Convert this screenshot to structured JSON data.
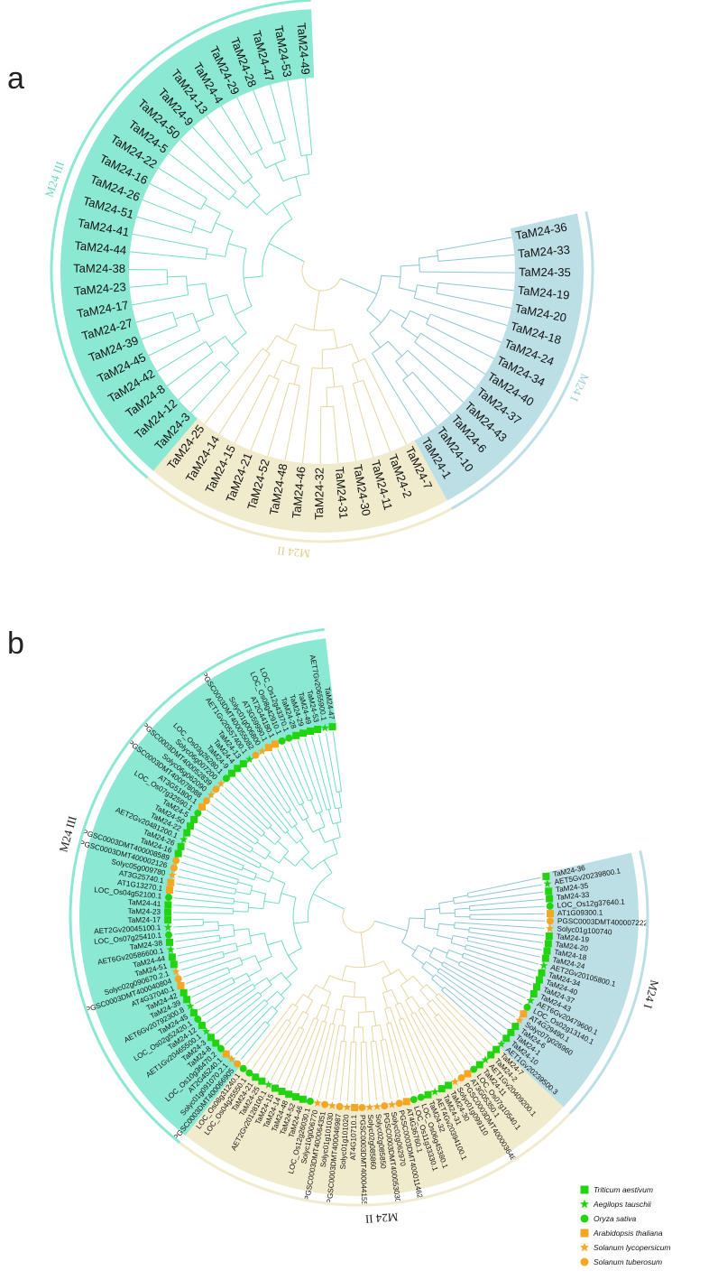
{
  "colors": {
    "m24_III": "#8be8d2",
    "m24_III_line": "#6fdcc1",
    "m24_I": "#bcdfe6",
    "m24_I_line": "#8cc6d2",
    "m24_II": "#f1ebcd",
    "m24_II_line": "#e6d7a0",
    "green": "#22d40f",
    "orange": "#f5a623"
  },
  "panel_a": {
    "letter": "a",
    "groups": [
      {
        "name": "M24 III",
        "key": "III"
      },
      {
        "name": "M24 I",
        "key": "I"
      },
      {
        "name": "M24 II",
        "key": "II"
      }
    ],
    "leaves": [
      {
        "label": "TaM24-36",
        "group": "I"
      },
      {
        "label": "TaM24-33",
        "group": "I"
      },
      {
        "label": "TaM24-35",
        "group": "I"
      },
      {
        "label": "TaM24-19",
        "group": "I"
      },
      {
        "label": "TaM24-20",
        "group": "I"
      },
      {
        "label": "TaM24-18",
        "group": "I"
      },
      {
        "label": "TaM24-24",
        "group": "I"
      },
      {
        "label": "TaM24-34",
        "group": "I"
      },
      {
        "label": "TaM24-40",
        "group": "I"
      },
      {
        "label": "TaM24-37",
        "group": "I"
      },
      {
        "label": "TaM24-43",
        "group": "I"
      },
      {
        "label": "TaM24-6",
        "group": "I"
      },
      {
        "label": "TaM24-10",
        "group": "I"
      },
      {
        "label": "TaM24-1",
        "group": "I"
      },
      {
        "label": "TaM24-7",
        "group": "II"
      },
      {
        "label": "TaM24-2",
        "group": "II"
      },
      {
        "label": "TaM24-11",
        "group": "II"
      },
      {
        "label": "TaM24-30",
        "group": "II"
      },
      {
        "label": "TaM24-31",
        "group": "II"
      },
      {
        "label": "TaM24-32",
        "group": "II"
      },
      {
        "label": "TaM24-46",
        "group": "II"
      },
      {
        "label": "TaM24-48",
        "group": "II"
      },
      {
        "label": "TaM24-52",
        "group": "II"
      },
      {
        "label": "TaM24-21",
        "group": "II"
      },
      {
        "label": "TaM24-15",
        "group": "II"
      },
      {
        "label": "TaM24-14",
        "group": "II"
      },
      {
        "label": "TaM24-25",
        "group": "II"
      },
      {
        "label": "TaM24-3",
        "group": "III"
      },
      {
        "label": "TaM24-12",
        "group": "III"
      },
      {
        "label": "TaM24-8",
        "group": "III"
      },
      {
        "label": "TaM24-42",
        "group": "III"
      },
      {
        "label": "TaM24-45",
        "group": "III"
      },
      {
        "label": "TaM24-39",
        "group": "III"
      },
      {
        "label": "TaM24-27",
        "group": "III"
      },
      {
        "label": "TaM24-17",
        "group": "III"
      },
      {
        "label": "TaM24-23",
        "group": "III"
      },
      {
        "label": "TaM24-38",
        "group": "III"
      },
      {
        "label": "TaM24-44",
        "group": "III"
      },
      {
        "label": "TaM24-41",
        "group": "III"
      },
      {
        "label": "TaM24-51",
        "group": "III"
      },
      {
        "label": "TaM24-26",
        "group": "III"
      },
      {
        "label": "TaM24-16",
        "group": "III"
      },
      {
        "label": "TaM24-22",
        "group": "III"
      },
      {
        "label": "TaM24-5",
        "group": "III"
      },
      {
        "label": "TaM24-50",
        "group": "III"
      },
      {
        "label": "TaM24-9",
        "group": "III"
      },
      {
        "label": "TaM24-13",
        "group": "III"
      },
      {
        "label": "TaM24-4",
        "group": "III"
      },
      {
        "label": "TaM24-29",
        "group": "III"
      },
      {
        "label": "TaM24-28",
        "group": "III"
      },
      {
        "label": "TaM24-47",
        "group": "III"
      },
      {
        "label": "TaM24-53",
        "group": "III"
      },
      {
        "label": "TaM24-49",
        "group": "III"
      }
    ]
  },
  "panel_b": {
    "letter": "b",
    "groups": [
      {
        "name": "M24 III",
        "key": "III"
      },
      {
        "name": "M24 I",
        "key": "I"
      },
      {
        "name": "M24 II",
        "key": "II"
      }
    ],
    "legend": [
      {
        "label": "Triticum aestivum",
        "marker": "square",
        "color": "#22d40f"
      },
      {
        "label": "Aegilops tauschii",
        "marker": "star",
        "color": "#22d40f"
      },
      {
        "label": "Oryza sativa",
        "marker": "circle",
        "color": "#22d40f"
      },
      {
        "label": "Arabidopsis thaliana",
        "marker": "square",
        "color": "#f5a623"
      },
      {
        "label": "Solanum lycopersicum",
        "marker": "star",
        "color": "#f5a623"
      },
      {
        "label": "Solanum tuberosum",
        "marker": "circle",
        "color": "#f5a623"
      }
    ],
    "leaves": [
      {
        "label": "TaM24-36",
        "group": "I",
        "species": "Triticum aestivum"
      },
      {
        "label": "AET5Gv20239800.1",
        "group": "I",
        "species": "Aegilops tauschii"
      },
      {
        "label": "TaM24-35",
        "group": "I",
        "species": "Triticum aestivum"
      },
      {
        "label": "TaM24-33",
        "group": "I",
        "species": "Triticum aestivum"
      },
      {
        "label": "LOC_Os12g37640.1",
        "group": "I",
        "species": "Oryza sativa"
      },
      {
        "label": "AT1G09300.1",
        "group": "I",
        "species": "Arabidopsis thaliana"
      },
      {
        "label": "PGSC0003DMT400007222",
        "group": "I",
        "species": "Solanum tuberosum"
      },
      {
        "label": "Solyc01g100740",
        "group": "I",
        "species": "Solanum lycopersicum"
      },
      {
        "label": "TaM24-19",
        "group": "I",
        "species": "Triticum aestivum"
      },
      {
        "label": "TaM24-20",
        "group": "I",
        "species": "Triticum aestivum"
      },
      {
        "label": "TaM24-18",
        "group": "I",
        "species": "Triticum aestivum"
      },
      {
        "label": "TaM24-24",
        "group": "I",
        "species": "Triticum aestivum"
      },
      {
        "label": "AET2Gv20105800.1",
        "group": "I",
        "species": "Aegilops tauschii"
      },
      {
        "label": "TaM24-34",
        "group": "I",
        "species": "Triticum aestivum"
      },
      {
        "label": "TaM24-40",
        "group": "I",
        "species": "Triticum aestivum"
      },
      {
        "label": "TaM24-37",
        "group": "I",
        "species": "Triticum aestivum"
      },
      {
        "label": "TaM24-43",
        "group": "I",
        "species": "Triticum aestivum"
      },
      {
        "label": "AET6Gv20479600.1",
        "group": "I",
        "species": "Aegilops tauschii"
      },
      {
        "label": "LOC_Os02g13140.1",
        "group": "I",
        "species": "Oryza sativa"
      },
      {
        "label": "AT4G29490.1",
        "group": "I",
        "species": "Arabidopsis thaliana"
      },
      {
        "label": "Solyc07g026960",
        "group": "I",
        "species": "Solanum lycopersicum"
      },
      {
        "label": "TaM24-6",
        "group": "I",
        "species": "Triticum aestivum"
      },
      {
        "label": "TaM24-1",
        "group": "I",
        "species": "Triticum aestivum"
      },
      {
        "label": "TaM24-10",
        "group": "I",
        "species": "Triticum aestivum"
      },
      {
        "label": "AET1Gv20239500.3",
        "group": "I",
        "species": "Aegilops tauschii"
      },
      {
        "label": "TaM24-7",
        "group": "II",
        "species": "Triticum aestivum"
      },
      {
        "label": "TaM24-2",
        "group": "II",
        "species": "Triticum aestivum"
      },
      {
        "label": "AET1Gv20409200.1",
        "group": "II",
        "species": "Aegilops tauschii"
      },
      {
        "label": "TaM24-11",
        "group": "II",
        "species": "Triticum aestivum"
      },
      {
        "label": "LOC_Os07g10540.1",
        "group": "II",
        "species": "Oryza sativa"
      },
      {
        "label": "AT3G05350.1",
        "group": "II",
        "species": "Arabidopsis thaliana"
      },
      {
        "label": "PGSC0003DMT400003648",
        "group": "II",
        "species": "Solanum tuberosum"
      },
      {
        "label": "Solyc01g099110",
        "group": "II",
        "species": "Solanum lycopersicum"
      },
      {
        "label": "TaM24-30",
        "group": "II",
        "species": "Triticum aestivum"
      },
      {
        "label": "TaM24-31",
        "group": "II",
        "species": "Triticum aestivum"
      },
      {
        "label": "AET4Gv20394100.1",
        "group": "II",
        "species": "Aegilops tauschii"
      },
      {
        "label": "TaM24-32",
        "group": "II",
        "species": "Triticum aestivum"
      },
      {
        "label": "LOC_Os06g45380.1",
        "group": "II",
        "species": "Oryza sativa"
      },
      {
        "label": "LOC_Os11g33330.1",
        "group": "II",
        "species": "Oryza sativa"
      },
      {
        "label": "AT4G36760.1",
        "group": "II",
        "species": "Arabidopsis thaliana"
      },
      {
        "label": "PGSC0003DMT400011462",
        "group": "II",
        "species": "Solanum tuberosum"
      },
      {
        "label": "Solyc02g062970",
        "group": "II",
        "species": "Solanum lycopersicum"
      },
      {
        "label": "PGSC0003DMT400053030",
        "group": "II",
        "species": "Solanum tuberosum"
      },
      {
        "label": "Solyc02g085850",
        "group": "II",
        "species": "Solanum lycopersicum"
      },
      {
        "label": "Solyc02g085860",
        "group": "II",
        "species": "Solanum lycopersicum"
      },
      {
        "label": "PGSC0003DMT400044155",
        "group": "II",
        "species": "Solanum tuberosum"
      },
      {
        "label": "AT4G10710.1",
        "group": "II",
        "species": "Arabidopsis thaliana"
      },
      {
        "label": "Solyc01g101020",
        "group": "II",
        "species": "Solanum lycopersicum"
      },
      {
        "label": "PGSC0003DMT400046987",
        "group": "II",
        "species": "Solanum tuberosum"
      },
      {
        "label": "Solyc01g101030",
        "group": "II",
        "species": "Solanum lycopersicum"
      },
      {
        "label": "PGSC0003DMT400064351",
        "group": "II",
        "species": "Solanum tuberosum"
      },
      {
        "label": "Solyc10g006770",
        "group": "II",
        "species": "Solanum lycopersicum"
      },
      {
        "label": "LOC_Os12g26030.1",
        "group": "II",
        "species": "Oryza sativa"
      },
      {
        "label": "TaM24-46",
        "group": "II",
        "species": "Triticum aestivum"
      },
      {
        "label": "TaM24-52",
        "group": "II",
        "species": "Triticum aestivum"
      },
      {
        "label": "TaM24-48",
        "group": "II",
        "species": "Triticum aestivum"
      },
      {
        "label": "TaM24-14",
        "group": "II",
        "species": "Triticum aestivum"
      },
      {
        "label": "TaM24-15",
        "group": "II",
        "species": "Triticum aestivum"
      },
      {
        "label": "AET2Gv20128100.1",
        "group": "II",
        "species": "Aegilops tauschii"
      },
      {
        "label": "TaM24-25",
        "group": "II",
        "species": "Triticum aestivum"
      },
      {
        "label": "TaM24-21",
        "group": "II",
        "species": "Triticum aestivum"
      },
      {
        "label": "LOC_Os04g25550.1",
        "group": "II",
        "species": "Oryza sativa"
      },
      {
        "label": "LOC_Os08g31240.1",
        "group": "II",
        "species": "Oryza sativa"
      },
      {
        "label": "PGSC0003DMT400066905",
        "group": "III",
        "species": "Solanum tuberosum"
      },
      {
        "label": "Solyc01g091070.2.1",
        "group": "III",
        "species": "Solanum lycopersicum"
      },
      {
        "label": "AT2G45240.1",
        "group": "III",
        "species": "Arabidopsis thaliana"
      },
      {
        "label": "LOC_Os10g36470.2",
        "group": "III",
        "species": "Oryza sativa"
      },
      {
        "label": "TaM24-8",
        "group": "III",
        "species": "Triticum aestivum"
      },
      {
        "label": "TaM24-3",
        "group": "III",
        "species": "Triticum aestivum"
      },
      {
        "label": "AET1Gv20465500.1",
        "group": "III",
        "species": "Aegilops tauschii"
      },
      {
        "label": "TaM24-12",
        "group": "III",
        "species": "Triticum aestivum"
      },
      {
        "label": "LOC_Os02g52420.1",
        "group": "III",
        "species": "Oryza sativa"
      },
      {
        "label": "TaM24-45",
        "group": "III",
        "species": "Triticum aestivum"
      },
      {
        "label": "AET6Gv20792300.8",
        "group": "III",
        "species": "Aegilops tauschii"
      },
      {
        "label": "TaM24-39",
        "group": "III",
        "species": "Triticum aestivum"
      },
      {
        "label": "TaM24-42",
        "group": "III",
        "species": "Triticum aestivum"
      },
      {
        "label": "AT4G37040.1",
        "group": "III",
        "species": "Arabidopsis thaliana"
      },
      {
        "label": "PGSC0003DMT400040804",
        "group": "III",
        "species": "Solanum tuberosum"
      },
      {
        "label": "Solyc02g090670.2.1",
        "group": "III",
        "species": "Solanum lycopersicum"
      },
      {
        "label": "TaM24-51",
        "group": "III",
        "species": "Triticum aestivum"
      },
      {
        "label": "TaM24-44",
        "group": "III",
        "species": "Triticum aestivum"
      },
      {
        "label": "AET6Gv20586600.1",
        "group": "III",
        "species": "Aegilops tauschii"
      },
      {
        "label": "TaM24-38",
        "group": "III",
        "species": "Triticum aestivum"
      },
      {
        "label": "LOC_Os07g25410.1",
        "group": "III",
        "species": "Oryza sativa"
      },
      {
        "label": "AET2Gv20045100.1",
        "group": "III",
        "species": "Aegilops tauschii"
      },
      {
        "label": "TaM24-17",
        "group": "III",
        "species": "Triticum aestivum"
      },
      {
        "label": "TaM24-23",
        "group": "III",
        "species": "Triticum aestivum"
      },
      {
        "label": "TaM24-41",
        "group": "III",
        "species": "Triticum aestivum"
      },
      {
        "label": "LOC_Os04g52100.1",
        "group": "III",
        "species": "Oryza sativa"
      },
      {
        "label": "AT1G13270.1",
        "group": "III",
        "species": "Arabidopsis thaliana"
      },
      {
        "label": "AT3G25740.1",
        "group": "III",
        "species": "Arabidopsis thaliana"
      },
      {
        "label": "Solyc05g009780",
        "group": "III",
        "species": "Solanum lycopersicum"
      },
      {
        "label": "PGSC0003DMT400002126",
        "group": "III",
        "species": "Solanum tuberosum"
      },
      {
        "label": "PGSC0003DMT400008589",
        "group": "III",
        "species": "Solanum tuberosum"
      },
      {
        "label": "TaM24-16",
        "group": "III",
        "species": "Triticum aestivum"
      },
      {
        "label": "TaM24-26",
        "group": "III",
        "species": "Triticum aestivum"
      },
      {
        "label": "AET2Gv20481200.1",
        "group": "III",
        "species": "Aegilops tauschii"
      },
      {
        "label": "TaM24-22",
        "group": "III",
        "species": "Triticum aestivum"
      },
      {
        "label": "TaM24-50",
        "group": "III",
        "species": "Triticum aestivum"
      },
      {
        "label": "TaM24-5",
        "group": "III",
        "species": "Triticum aestivum"
      },
      {
        "label": "LOC_Os07g32590.1",
        "group": "III",
        "species": "Oryza sativa"
      },
      {
        "label": "AT3G51800.1",
        "group": "III",
        "species": "Arabidopsis thaliana"
      },
      {
        "label": "PGSC0003DMT400078088",
        "group": "III",
        "species": "Solanum tuberosum"
      },
      {
        "label": "Solyc06g062090",
        "group": "III",
        "species": "Solanum lycopersicum"
      },
      {
        "label": "PGSC0003DMT400052839",
        "group": "III",
        "species": "Solanum tuberosum"
      },
      {
        "label": "Solyc06g007200",
        "group": "III",
        "species": "Solanum lycopersicum"
      },
      {
        "label": "LOC_Os03g26280.1",
        "group": "III",
        "species": "Oryza sativa"
      },
      {
        "label": "TaM24-9",
        "group": "III",
        "species": "Triticum aestivum"
      },
      {
        "label": "TaM24-4",
        "group": "III",
        "species": "Triticum aestivum"
      },
      {
        "label": "TaM24-13",
        "group": "III",
        "species": "Triticum aestivum"
      },
      {
        "label": "AET1Gv20557400.1",
        "group": "III",
        "species": "Aegilops tauschii"
      },
      {
        "label": "PGSC0003DMT400055082",
        "group": "III",
        "species": "Solanum tuberosum"
      },
      {
        "label": "Solyc01g006800",
        "group": "III",
        "species": "Solanum lycopersicum"
      },
      {
        "label": "AT3G59990.1",
        "group": "III",
        "species": "Arabidopsis thaliana"
      },
      {
        "label": "AT2G44180.1",
        "group": "III",
        "species": "Arabidopsis thaliana"
      },
      {
        "label": "LOC_Os08g42910.1",
        "group": "III",
        "species": "Oryza sativa"
      },
      {
        "label": "LOC_Os12g43370.1",
        "group": "III",
        "species": "Oryza sativa"
      },
      {
        "label": "TaM24-28",
        "group": "III",
        "species": "Triticum aestivum"
      },
      {
        "label": "TaM24-29",
        "group": "III",
        "species": "Triticum aestivum"
      },
      {
        "label": "TaM24-49",
        "group": "III",
        "species": "Triticum aestivum"
      },
      {
        "label": "TaM24-53",
        "group": "III",
        "species": "Triticum aestivum"
      },
      {
        "label": "AET7Gv20655900.1",
        "group": "III",
        "species": "Aegilops tauschii"
      },
      {
        "label": "TaM24-47",
        "group": "III",
        "species": "Triticum aestivum"
      }
    ]
  }
}
